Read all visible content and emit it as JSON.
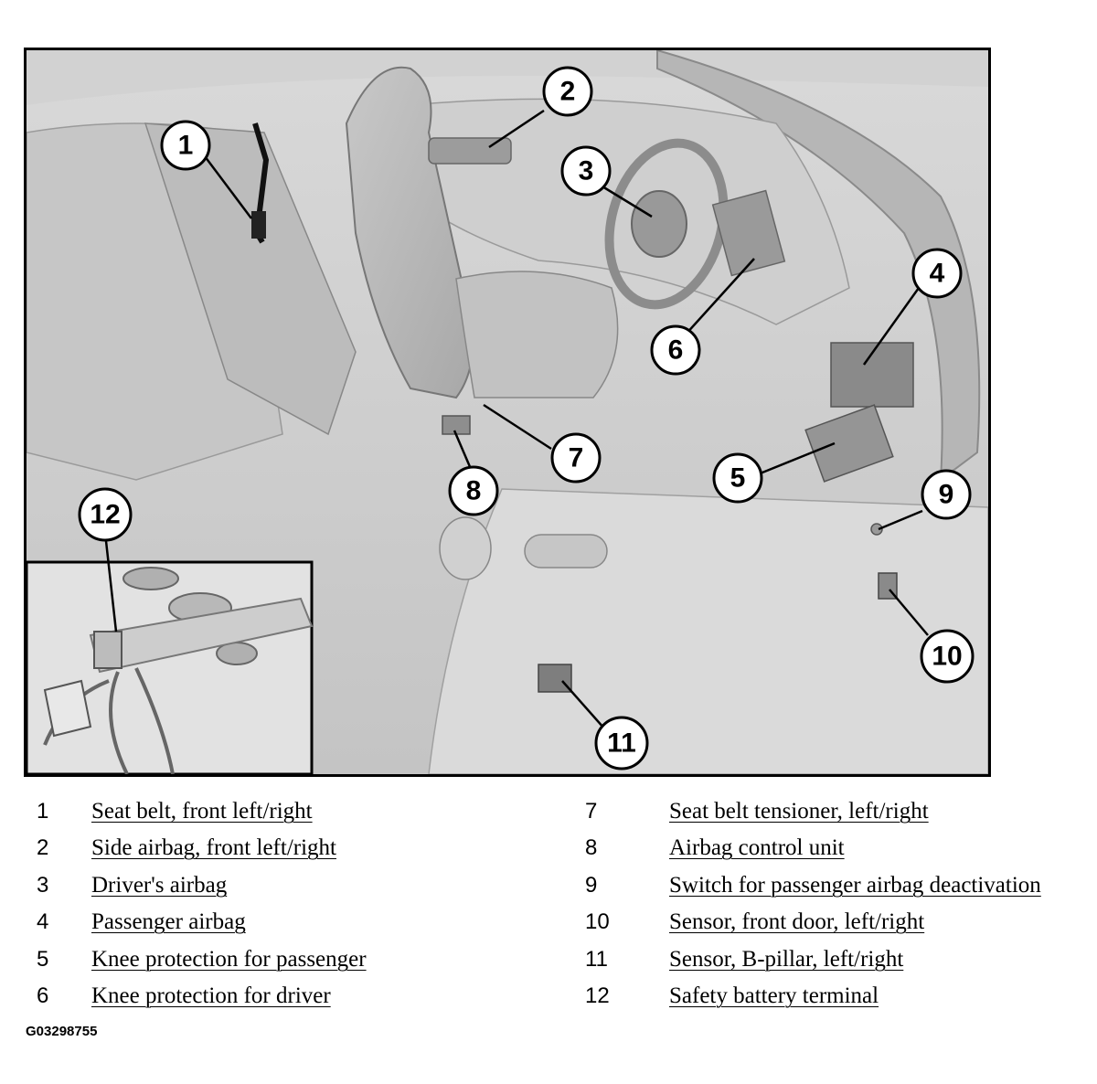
{
  "diagram": {
    "callouts": [
      "1",
      "2",
      "3",
      "4",
      "5",
      "6",
      "7",
      "8",
      "9",
      "10",
      "11",
      "12"
    ]
  },
  "legend": {
    "left": [
      {
        "num": "1",
        "label": "Seat belt, front left/right"
      },
      {
        "num": "2",
        "label": "Side airbag, front left/right"
      },
      {
        "num": "3",
        "label": "Driver's airbag"
      },
      {
        "num": "4",
        "label": "Passenger airbag"
      },
      {
        "num": "5",
        "label": "Knee protection for passenger"
      },
      {
        "num": "6",
        "label": "Knee protection for driver"
      }
    ],
    "right": [
      {
        "num": "7",
        "label": "Seat belt tensioner, left/right"
      },
      {
        "num": "8",
        "label": "Airbag control unit"
      },
      {
        "num": "9",
        "label": "Switch for passenger airbag deactivation"
      },
      {
        "num": "10",
        "label": "Sensor, front door, left/right"
      },
      {
        "num": "11",
        "label": "Sensor, B-pillar, left/right"
      },
      {
        "num": "12",
        "label": "Safety battery terminal"
      }
    ]
  },
  "figure_id": "G03298755"
}
